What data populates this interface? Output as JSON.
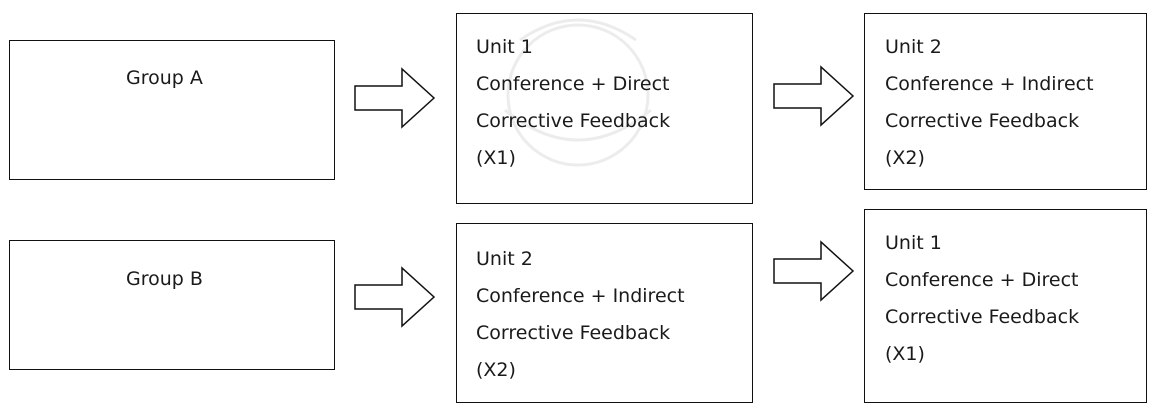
{
  "groups": [
    {
      "label": "Group A",
      "first": {
        "title": "Unit 1",
        "line1": "Conference + Direct",
        "line2": "Corrective Feedback",
        "code": "(X1)"
      },
      "second": {
        "title": "Unit 2",
        "line1": "Conference + Indirect",
        "line2": "Corrective Feedback",
        "code": "(X2)"
      }
    },
    {
      "label": "Group B",
      "first": {
        "title": "Unit 2",
        "line1": "Conference + Indirect",
        "line2": "Corrective Feedback",
        "code": "(X2)"
      },
      "second": {
        "title": "Unit 1",
        "line1": "Conference + Direct",
        "line2": "Corrective Feedback",
        "code": "(X1)"
      }
    }
  ],
  "colors": {
    "border": "#111111",
    "text": "#1a1a1a",
    "watermark": "#e9e9e9"
  }
}
